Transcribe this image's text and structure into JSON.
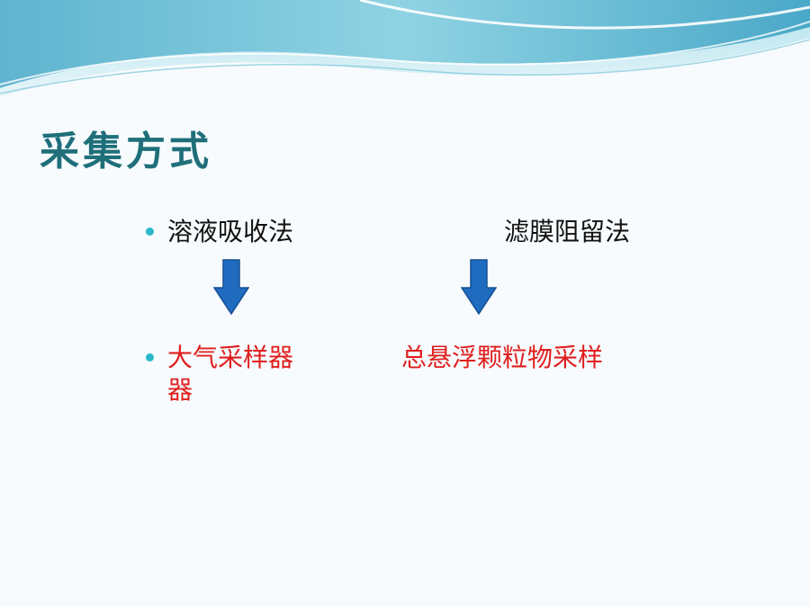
{
  "title": "采集方式",
  "left_method": "溶液吸收法",
  "right_method": "滤膜阻留法",
  "left_device_line1": "大气采样器",
  "left_device_line2": "器",
  "right_device": "总悬浮颗粒物采样",
  "colors": {
    "title": "#1f6f7a",
    "highlight": "#e01e1e",
    "bullet": "#2ab7c9",
    "arrow": "#1f6bc0"
  },
  "icons": {
    "arrow": "down-arrow-icon",
    "bullet": "bullet-dot-icon"
  }
}
